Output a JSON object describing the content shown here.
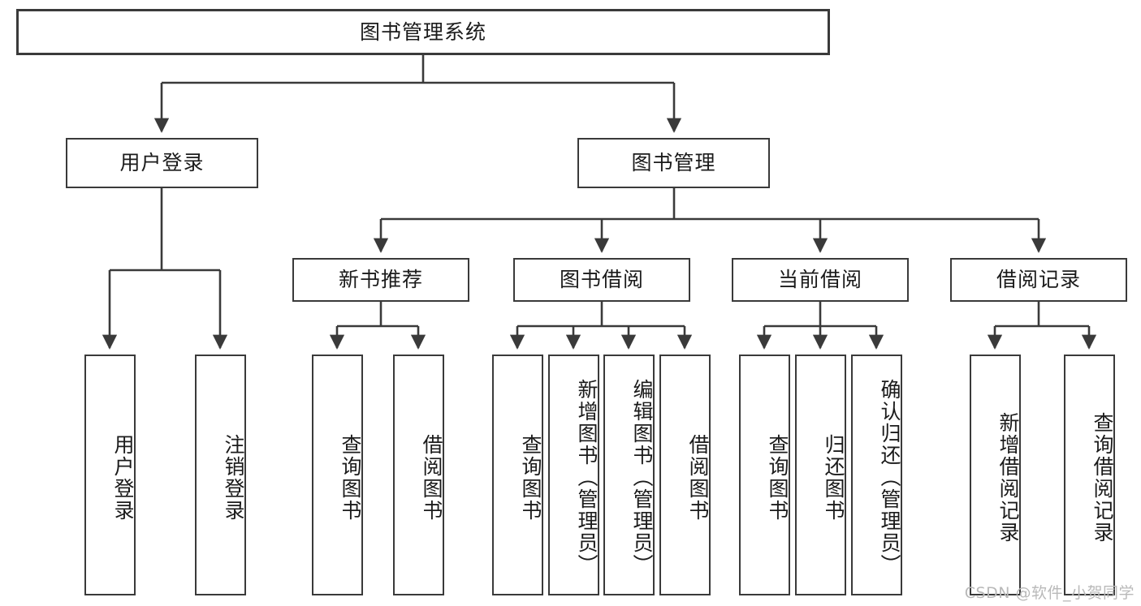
{
  "diagram": {
    "title": "图书管理系统",
    "type": "tree-hierarchy-chart",
    "orientation": "top-down",
    "line_color": "#3a3a3a",
    "box_fill": "#ffffff",
    "text_color": "#1b1b1b",
    "root": {
      "label": "图书管理系统"
    },
    "level2": [
      {
        "label": "用户登录"
      },
      {
        "label": "图书管理"
      }
    ],
    "level3": [
      {
        "label": "新书推荐"
      },
      {
        "label": "图书借阅"
      },
      {
        "label": "当前借阅"
      },
      {
        "label": "借阅记录"
      }
    ],
    "leaves": {
      "user_login": [
        {
          "label": "用户登录"
        },
        {
          "label": "注销登录"
        }
      ],
      "new_book_recommend": [
        {
          "label": "查询图书"
        },
        {
          "label": "借阅图书"
        }
      ],
      "book_borrow": [
        {
          "label": "查询图书"
        },
        {
          "label": "新增图书（管理员）"
        },
        {
          "label": "编辑图书（管理员）"
        },
        {
          "label": "借阅图书"
        }
      ],
      "current_borrow": [
        {
          "label": "查询图书"
        },
        {
          "label": "归还图书"
        },
        {
          "label": "确认归还（管理员）"
        }
      ],
      "borrow_record": [
        {
          "label": "新增借阅记录"
        },
        {
          "label": "查询借阅记录"
        }
      ]
    }
  },
  "watermark": {
    "text": "CSDN @软件_小贺同学",
    "color": "#b9b9b9"
  }
}
